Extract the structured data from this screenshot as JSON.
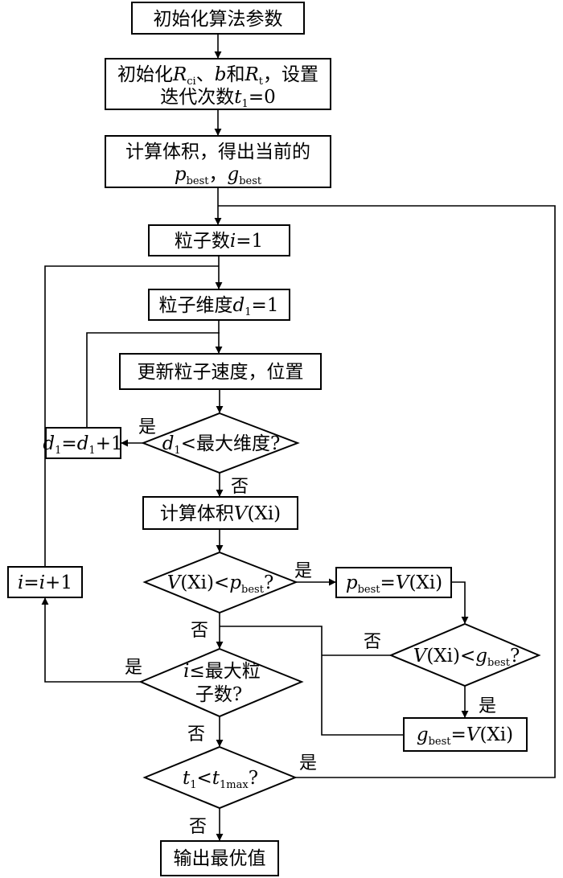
{
  "nodes": {
    "init_params": {
      "line1": "初始化算法参数"
    },
    "init_vars": {
      "line1_a": "初始化",
      "R": "R",
      "ci": "ci",
      "sep1": "、",
      "b": "b",
      "he": "和",
      "R2": "R",
      "t_sub": "t",
      "set": "，设置",
      "line2_a": "迭代次数",
      "t": "t",
      "t1": "1",
      "eq0": "=0"
    },
    "calc_volume": {
      "line1": "计算体积，得出当前的",
      "p": "p",
      "best": "best",
      "comma": "，",
      "g": "g",
      "best2": "best"
    },
    "particle_i": {
      "text_a": "粒子数",
      "i": "i",
      "text_b": "=1"
    },
    "particle_dim": {
      "text_a": "粒子维度",
      "d": "d",
      "sub1": "1",
      "text_b": "=1"
    },
    "update": {
      "line1": "更新粒子速度，位置"
    },
    "dim_check": {
      "d": "d",
      "sub1": "1",
      "text_b": "<最大维度?"
    },
    "dim_inc": {
      "d": "d",
      "sub1": "1",
      "eq": "=",
      "d2": "d",
      "sub2": "1",
      "plus": "+1"
    },
    "calc_vxi": {
      "text_a": "计算体积",
      "V": "V",
      "text_b": "(Xi)"
    },
    "pbest_check": {
      "V": "V",
      "text_a": "(Xi)<",
      "p": "p",
      "best": "best",
      "q": "?"
    },
    "pbest_set": {
      "p": "p",
      "best": "best",
      "eq": "=",
      "V": "V",
      "text_b": "(Xi)"
    },
    "gbest_check": {
      "V": "V",
      "text_a": "(Xi)<",
      "g": "g",
      "best": "best",
      "q": "?"
    },
    "gbest_set": {
      "g": "g",
      "best": "best",
      "eq": "=",
      "V": "V",
      "text_b": "(Xi)"
    },
    "i_inc": {
      "i": "i",
      "eq": "=",
      "i2": "i",
      "plus": "+1"
    },
    "i_check": {
      "i": "i",
      "line1_b": "≤最大粒",
      "line2": "子数?"
    },
    "t_check": {
      "t": "t",
      "sub1": "1",
      "lt": "<",
      "t2": "t",
      "sub2": "1max",
      "q": "?"
    },
    "output": {
      "line1": "输出最优值"
    }
  },
  "edge_labels": {
    "dim_yes": "是",
    "dim_no": "否",
    "pbest_yes": "是",
    "pbest_no": "否",
    "gbest_no": "否",
    "gbest_yes": "是",
    "i_yes": "是",
    "i_no": "否",
    "t_yes": "是",
    "t_no": "否"
  }
}
